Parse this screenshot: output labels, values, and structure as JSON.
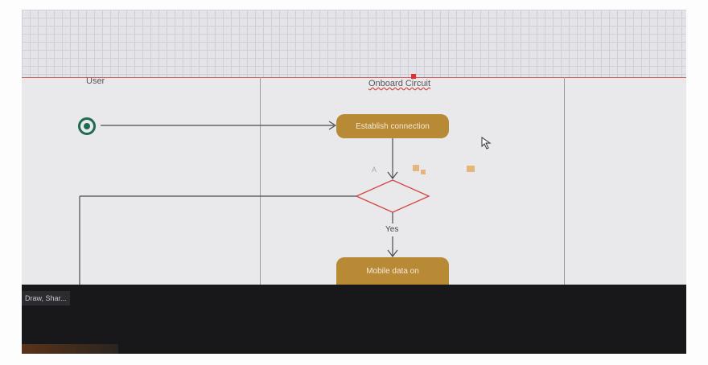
{
  "diagram": {
    "lanes": [
      "User",
      "Onboard Circuit"
    ],
    "nodes": {
      "establish": "Establish connection",
      "mobile_data": "Mobile data on"
    },
    "edge_yes": "Yes",
    "mini_toolbar_letter": "A"
  },
  "taskbar": {
    "item_label": "Draw, Shar..."
  },
  "colors": {
    "action_fill": "#b88a35",
    "start_node": "#1f6b4f",
    "decision_stroke": "#d44a4a",
    "pool_border": "#d45a5a"
  }
}
